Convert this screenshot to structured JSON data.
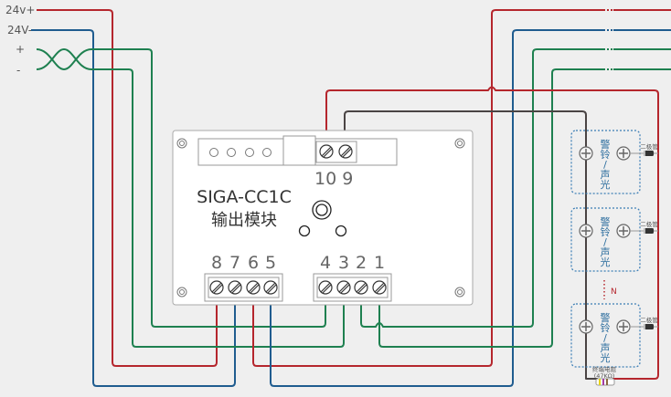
{
  "inputs": {
    "v24_plus": "24v+",
    "v24_minus": "24V-",
    "sig_plus": "+",
    "sig_minus": "-"
  },
  "module": {
    "model": "SIGA-CC1C",
    "name": "输出模块",
    "top_terminals_label": "10 9",
    "left_terminals": [
      "8",
      "7",
      "6",
      "5"
    ],
    "right_terminals": [
      "4",
      "3",
      "2",
      "1"
    ]
  },
  "devices": [
    {
      "label": [
        "警",
        "铃",
        "/",
        "声",
        "光"
      ],
      "diode_label": "二极管"
    },
    {
      "label": [
        "警",
        "铃",
        "/",
        "声",
        "光"
      ],
      "diode_label": "二极管"
    },
    {
      "label": [
        "警",
        "铃",
        "/",
        "声",
        "光"
      ],
      "diode_label": "二极管"
    }
  ],
  "count_label": "N",
  "resistor": {
    "label": "终端电阻",
    "value": "(47KΩ)"
  },
  "colors": {
    "red": "#b5262d",
    "blue": "#1f5c8f",
    "green": "#1e8050",
    "dark": "#4a4444",
    "device_border": "#3a7db5"
  }
}
